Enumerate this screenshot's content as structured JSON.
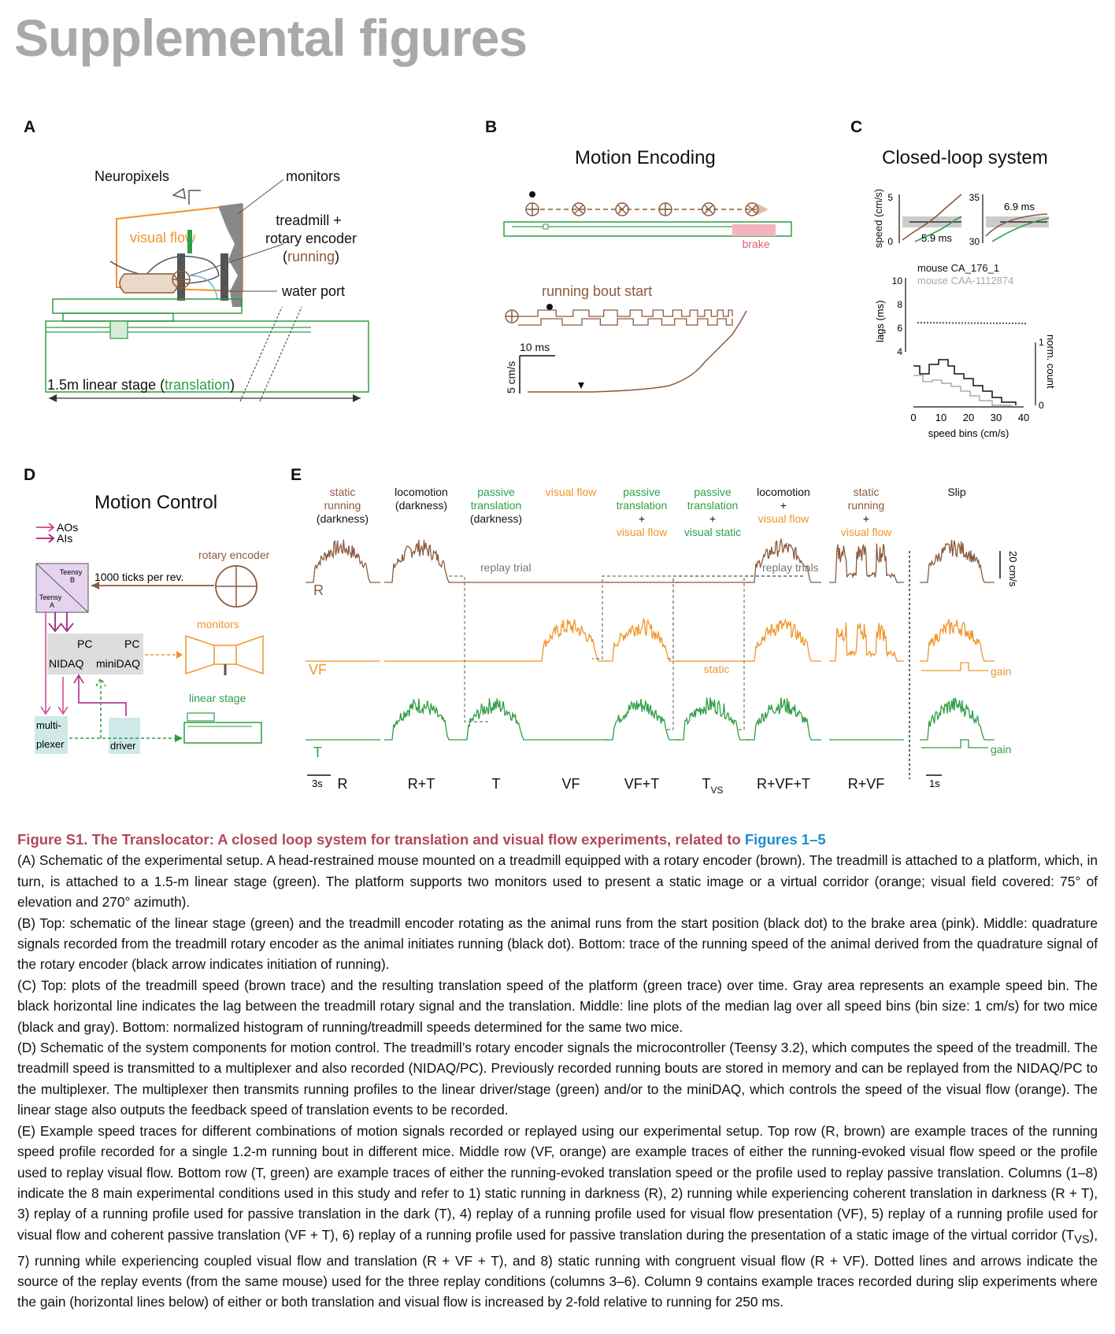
{
  "page_title": "Supplemental  figures",
  "colors": {
    "green": "#2e9e45",
    "brown": "#8b5a3c",
    "orange": "#f0952a",
    "magenta": "#a4237f",
    "pink": "#e79aa6",
    "gray": "#a9a9a9",
    "caption_title": "#b2485b",
    "link": "#1a8ecf"
  },
  "panels": {
    "A": {
      "label": "A",
      "neuropixels": "Neuropixels",
      "monitors": "monitors",
      "visual_flow": "visual flow",
      "treadmill_line1": "treadmill +",
      "treadmill_line2": "rotary encoder",
      "running_open": "(",
      "running": "running",
      "running_close": ")",
      "water_port": "water port",
      "stage_prefix": "1.5m linear stage (",
      "stage_translation": "translation",
      "stage_suffix": ")"
    },
    "B": {
      "label": "B",
      "title": "Motion Encoding",
      "brake": "brake",
      "bout": "running bout start",
      "scale_ms": "10 ms",
      "scale_speed": "5 cm/s"
    },
    "C": {
      "label": "C",
      "title": "Closed-loop system",
      "speed_axis": "speed (cm/s)",
      "ticks_left": [
        "5",
        "0"
      ],
      "ticks_right": [
        "35",
        "30"
      ],
      "lag_left": "5.9 ms",
      "lag_right": "6.9 ms",
      "mouse1": "mouse CA_176_1",
      "mouse2": "mouse CAA-1112874",
      "lags_axis": "lags (ms)",
      "lag_ticks": [
        "10",
        "8",
        "6",
        "4"
      ],
      "count_axis": "norm. count",
      "count_ticks": [
        "1",
        "0"
      ],
      "bin_ticks": [
        "0",
        "10",
        "20",
        "30",
        "40"
      ],
      "bin_axis": "speed bins (cm/s)"
    },
    "D": {
      "label": "D",
      "title": "Motion Control",
      "aos": "AOs",
      "ais": "AIs",
      "rotary": "rotary encoder",
      "teensy_b": "Teensy\nB",
      "teensy_a": "Teensy\nA",
      "ticks": "1000 ticks per rev.",
      "pc1": "PC",
      "nidaq": "NIDAQ",
      "pc2": "PC",
      "minidaq": "miniDAQ",
      "monitors": "monitors",
      "linear_stage": "linear stage",
      "multiplexer1": "multi-",
      "multiplexer2": "plexer",
      "driver": "driver"
    },
    "E": {
      "label": "E",
      "headers": [
        {
          "l1": "static",
          "l2": "running",
          "l3": "(darkness)",
          "l4": ""
        },
        {
          "l1": "locomotion",
          "l2": "(darkness)",
          "l3": "",
          "l4": ""
        },
        {
          "l1": "passive",
          "l2": "translation",
          "l3": "(darkness)",
          "l4": ""
        },
        {
          "l1": "visual flow",
          "l2": "",
          "l3": "",
          "l4": ""
        },
        {
          "l1": "passive",
          "l2": "translation",
          "l3": "+",
          "l4": "visual flow"
        },
        {
          "l1": "passive",
          "l2": "translation",
          "l3": "+",
          "l4": "visual static"
        },
        {
          "l1": "locomotion",
          "l2": "+",
          "l3": "visual flow",
          "l4": ""
        },
        {
          "l1": "static",
          "l2": "running",
          "l3": "+",
          "l4": "visual flow"
        },
        {
          "l1": "Slip",
          "l2": "",
          "l3": "",
          "l4": ""
        }
      ],
      "rows": [
        "R",
        "VF",
        "T"
      ],
      "replay1": "replay trial",
      "replay2": "replay trials",
      "static": "static",
      "scale_20": "20 cm/s",
      "gain": "gain",
      "scale_3s": "3s",
      "scale_1s": "1s",
      "columns": [
        "R",
        "R+T",
        "T",
        "VF",
        "VF+T",
        "T",
        "R+VF+T",
        "R+VF"
      ],
      "col_sub": "VS"
    }
  },
  "caption": {
    "title": "Figure S1.  The Translocator: A closed loop system for translation and visual flow experiments, related to ",
    "title_link": "Figures 1–5",
    "p1": "(A) Schematic of the experimental setup. A head-restrained mouse mounted on a treadmill equipped with a rotary encoder (brown). The treadmill is attached to a platform, which, in turn, is attached to a 1.5-m linear stage (green). The platform supports two monitors used to present a static image or a virtual corridor (orange; visual field covered: 75° of elevation and 270° azimuth).",
    "p2": "(B) Top: schematic of the linear stage (green) and the treadmill encoder rotating as the animal runs from the start position (black dot) to the brake area (pink). Middle: quadrature signals recorded from the treadmill rotary encoder as the animal initiates running (black dot). Bottom: trace of the running speed of the animal derived from the quadrature signal of the rotary encoder (black arrow indicates initiation of running).",
    "p3": "(C) Top: plots of the treadmill speed (brown trace) and the resulting translation speed of the platform (green trace) over time. Gray area represents an example speed bin. The black horizontal line indicates the lag between the treadmill rotary signal and the translation. Middle: line plots of the median lag over all speed bins (bin size: 1 cm/s) for two mice (black and gray). Bottom: normalized histogram of running/treadmill speeds determined for the same two mice.",
    "p4": "(D) Schematic of the system components for motion control. The treadmill’s rotary encoder signals the microcontroller (Teensy 3.2), which computes the speed of the treadmill. The treadmill speed is transmitted to a multiplexer and also recorded (NIDAQ/PC). Previously recorded running bouts are stored in memory and can be replayed from the NIDAQ/PC to the multiplexer. The multiplexer then transmits running profiles to the linear driver/stage (green) and/or to the miniDAQ, which controls the speed of the visual flow (orange). The linear stage also outputs the feedback speed of translation events to be recorded.",
    "p5": "(E) Example speed traces for different combinations of motion signals recorded or replayed using our experimental setup. Top row (R, brown) are example traces of the running speed profile recorded for a single 1.2-m running bout in different mice. Middle row (VF, orange) are example traces of either the running-evoked visual flow speed or the profile used to replay visual flow. Bottom row (T, green) are example traces of either the running-evoked translation speed or the profile used to replay passive translation. Columns (1–8) indicate the 8 main experimental conditions used in this study and refer to 1) static running in darkness (R), 2) running while experiencing coherent translation in darkness (R + T), 3) replay of a running profile used for passive translation in the dark (T), 4) replay of a running profile used for visual flow presentation (VF), 5) replay of a running profile used for visual flow and coherent passive translation (VF + T), 6) replay of a running profile used for passive translation during the presentation of a static image of the virtual corridor (T",
    "p5_sub": "VS",
    "p5_rest": "), 7) running while experiencing coupled visual flow and translation (R + VF + T), and 8) static running with congruent visual flow (R + VF). Dotted lines and arrows indicate the source of the replay events (from the same mouse) used for the three replay conditions (columns 3–6). Column 9 contains example traces recorded during slip experiments where the gain (horizontal lines below) of either or both translation and visual flow is increased by 2-fold relative to running for 250 ms."
  }
}
